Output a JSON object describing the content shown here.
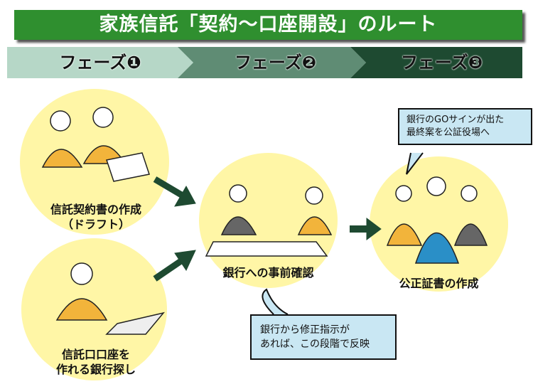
{
  "title": "家族信託「契約〜口座開設」のルート",
  "phases": [
    "フェーズ❶",
    "フェーズ❷",
    "フェーズ❸"
  ],
  "steps": {
    "draft": [
      "信託契約書の作成",
      "（ドラフト）"
    ],
    "bank_search": [
      "信託口口座を",
      "作れる銀行探し"
    ],
    "bank_check": "銀行への事前確認",
    "notary": "公正証書の作成"
  },
  "callouts": {
    "go_sign": [
      "銀行のGOサインが出た",
      "最終案を公証役場へ"
    ],
    "fix": [
      "銀行から修正指示が",
      "あれば、この段階で反映"
    ]
  },
  "colors": {
    "title": "#2f8f2f",
    "arrow": "#1e4a31",
    "circle": "#fff6a6",
    "callout": "#c9e7f3"
  }
}
